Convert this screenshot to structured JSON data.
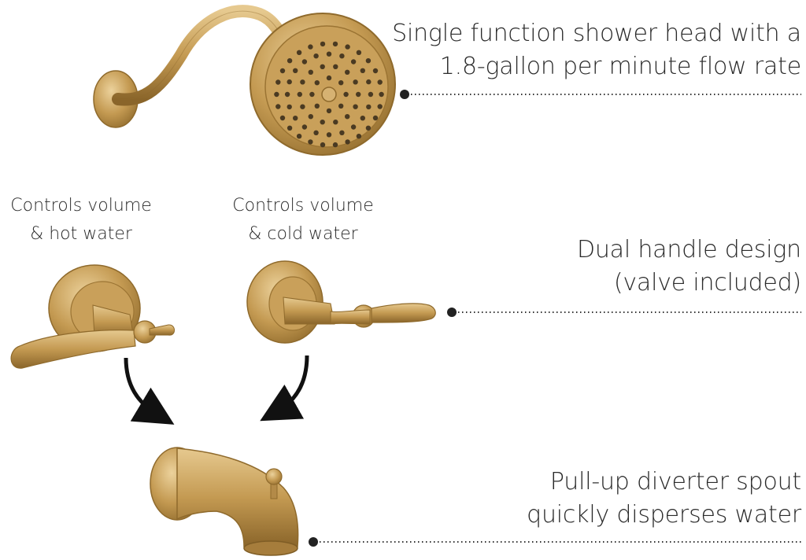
{
  "callouts": {
    "shower_head": {
      "line1": "Single function shower head with a",
      "line2": "1.8-gallon per minute flow rate"
    },
    "handles": {
      "line1": "Dual handle design",
      "line2": "(valve included)"
    },
    "spout": {
      "line1": "Pull-up diverter spout",
      "line2": "quickly disperses water"
    }
  },
  "handle_labels": {
    "hot": {
      "line1": "Controls volume",
      "line2": "& hot water"
    },
    "cold": {
      "line1": "Controls volume",
      "line2": "& cold water"
    }
  },
  "colors": {
    "brass": "#c49a52",
    "brass_dark": "#8f6a2c",
    "brass_light": "#e2c48a",
    "leader": "#333333",
    "arrow": "#111111"
  }
}
